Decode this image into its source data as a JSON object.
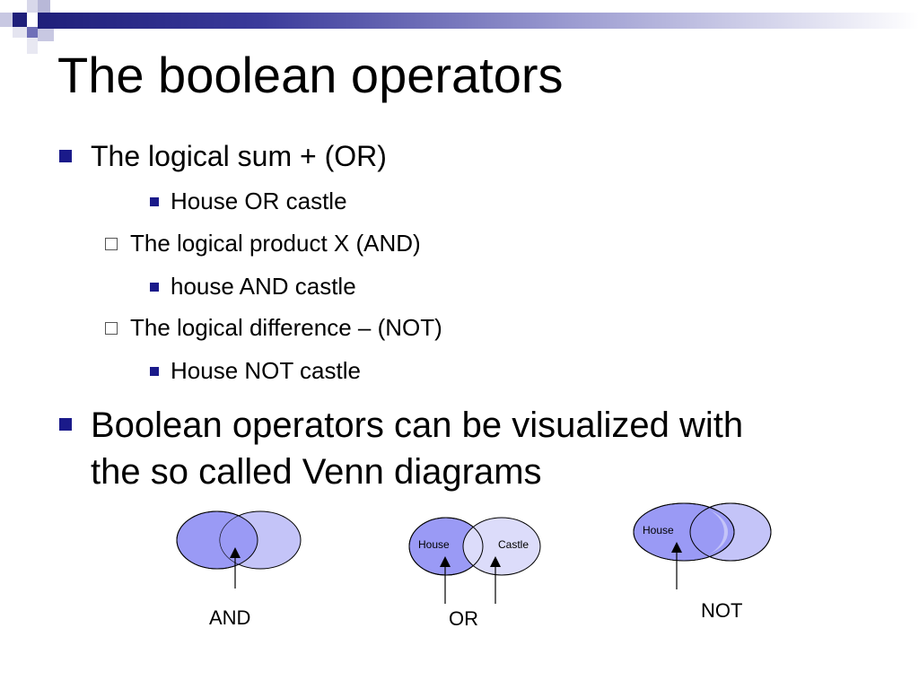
{
  "slide": {
    "title": "The boolean operators",
    "bullets": [
      {
        "level": 1,
        "marker": "square-filled",
        "text": "The logical sum + (OR)"
      },
      {
        "level": 3,
        "marker": "square-filled",
        "text": "House OR castle"
      },
      {
        "level": 2,
        "marker": "square-hollow",
        "text": "The logical product X (AND)"
      },
      {
        "level": 3,
        "marker": "square-filled",
        "text": "house AND castle"
      },
      {
        "level": 2,
        "marker": "square-hollow",
        "text": "The logical difference – (NOT)"
      },
      {
        "level": 3,
        "marker": "square-filled",
        "text": "House NOT castle"
      },
      {
        "level": 1,
        "marker": "square-filled",
        "text": "Boolean operators can be visualized with",
        "text2": "the so called Venn diagrams"
      }
    ]
  },
  "diagrams": {
    "and": {
      "label": "AND"
    },
    "or": {
      "label": "OR",
      "left_text": "House",
      "right_text": "Castle"
    },
    "not": {
      "label": "NOT",
      "left_text": "House"
    }
  },
  "colors": {
    "accent": "#1f1f7a",
    "circle_dark": "#9a9af5",
    "circle_light": "#c4c4f8",
    "circle_lighter": "#dcdcfa",
    "bullet": "#1a1a8a"
  }
}
